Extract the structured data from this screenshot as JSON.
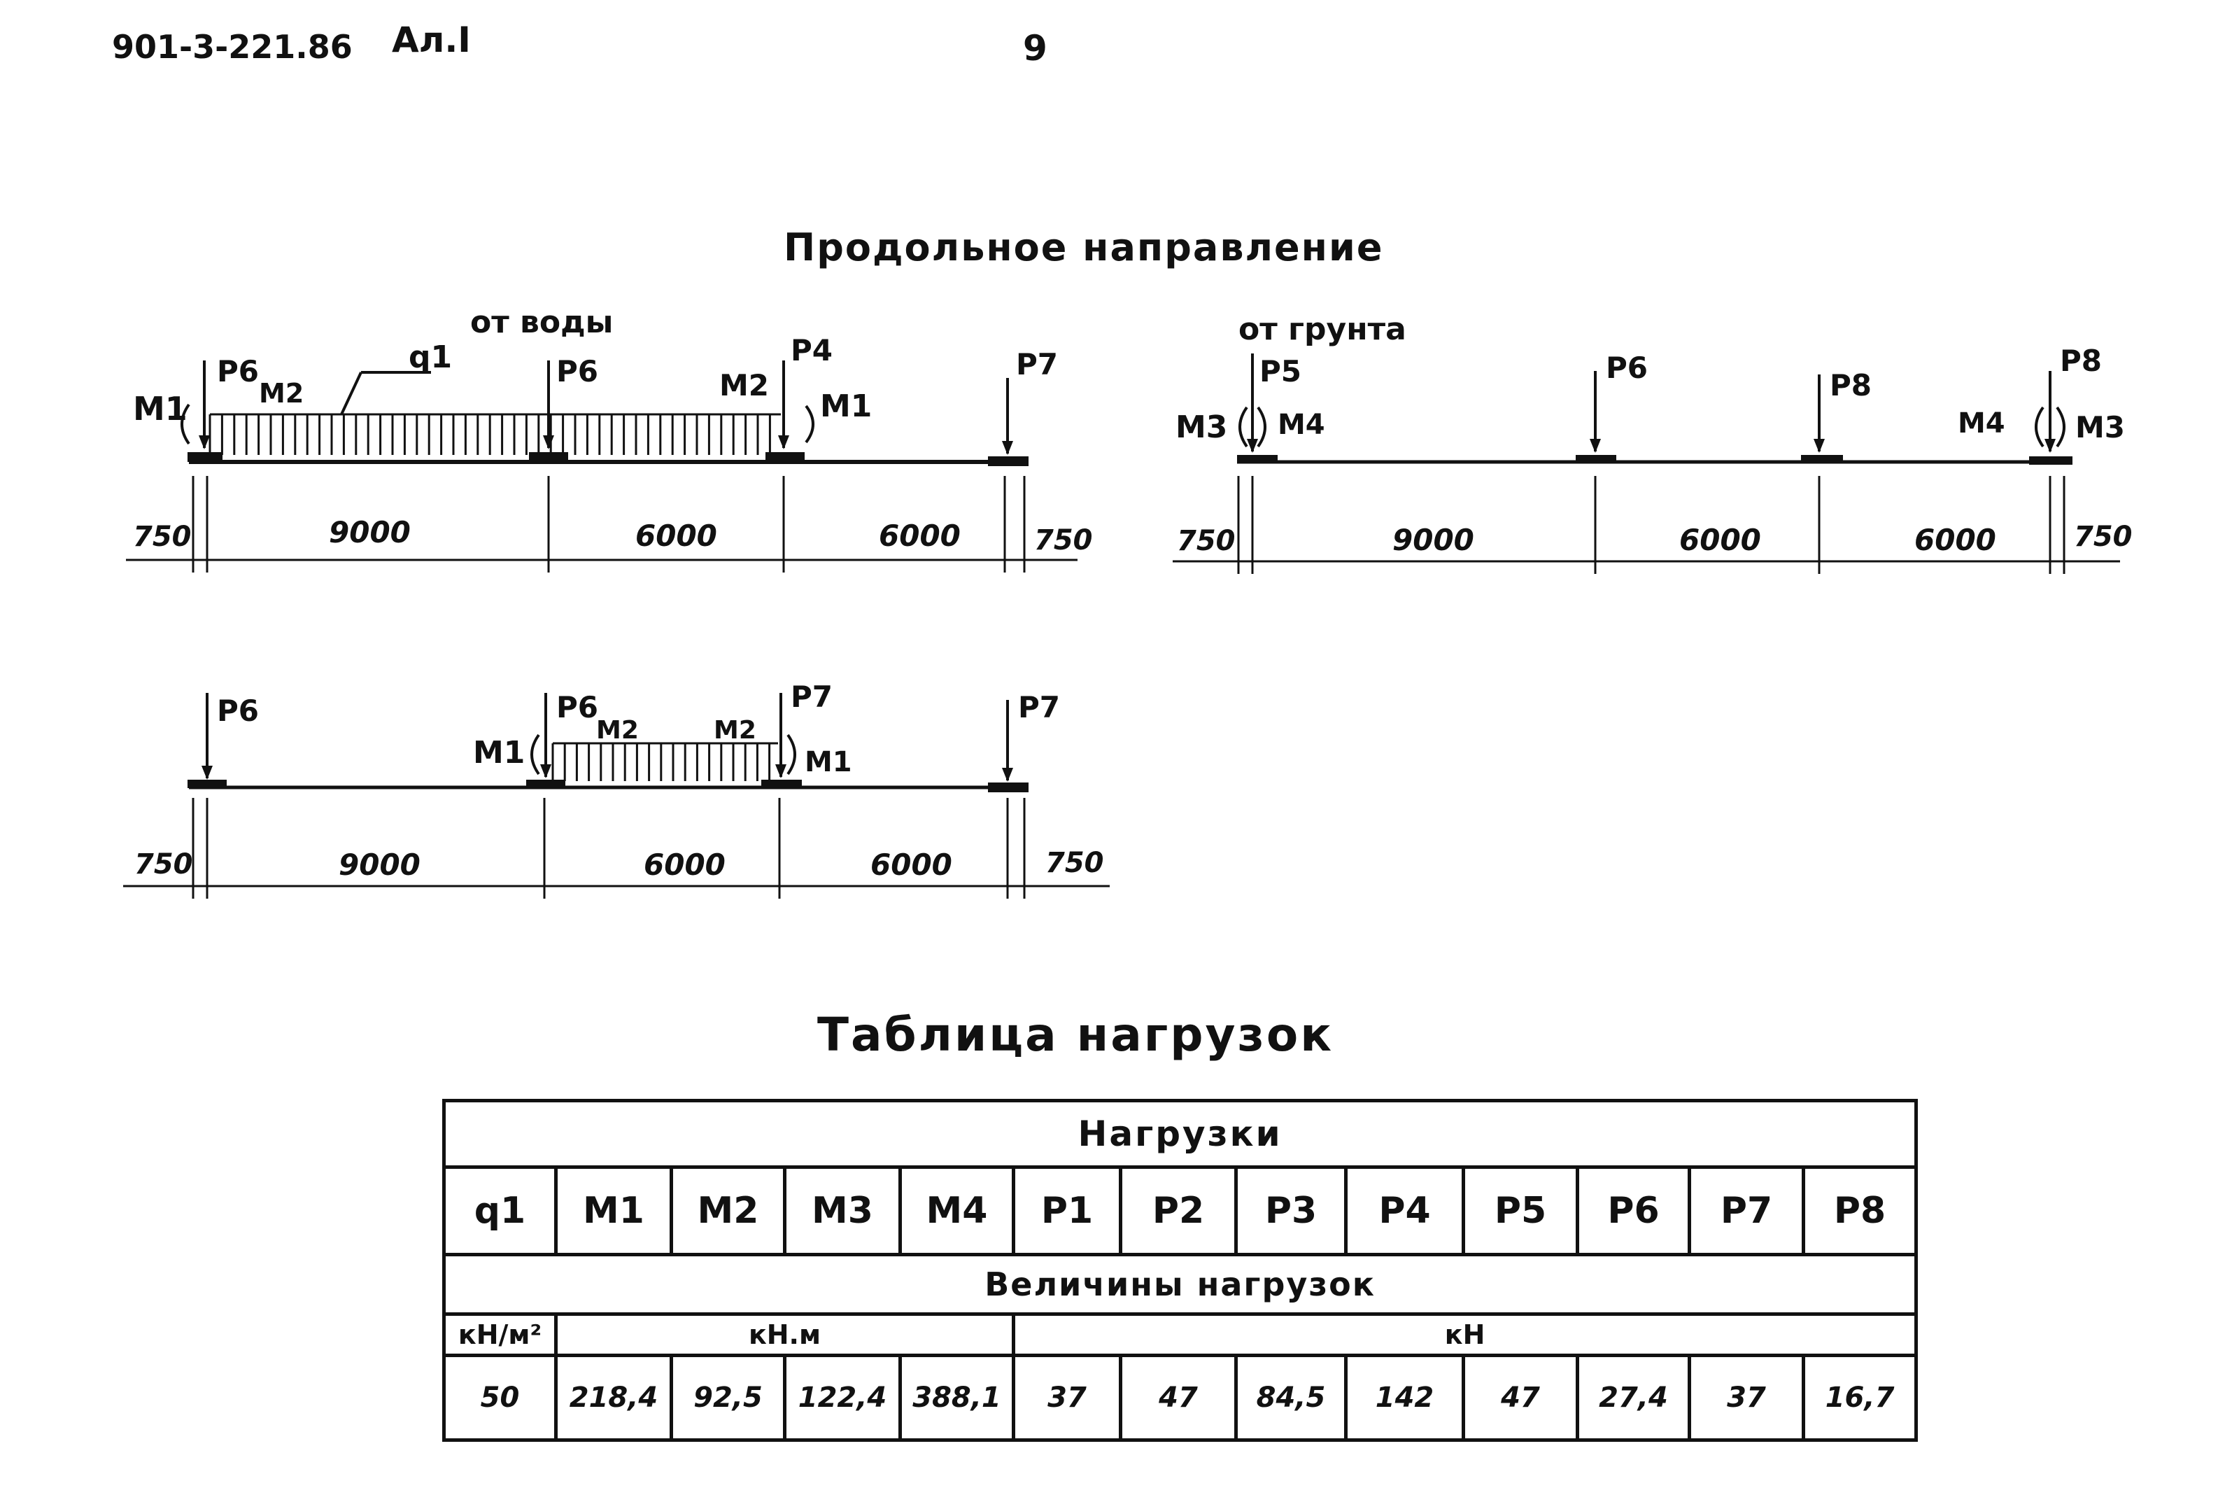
{
  "header": {
    "sheet_code": "901-3-221.86",
    "sheet_no": "Ал.I",
    "page_no": "9"
  },
  "section_title": "Продольное направление",
  "diagram_water": {
    "caption": "от воды",
    "labels": {
      "m1_left": "M1",
      "p6": "P6",
      "m2_left": "M2",
      "q1": "q1",
      "p6_mid": "P6",
      "m2_right": "M2",
      "p4": "P4",
      "m1_right": "M1",
      "p7": "P7"
    },
    "dims": [
      "750",
      "9000",
      "6000",
      "6000",
      "750"
    ]
  },
  "diagram_ground": {
    "caption": "от грунта",
    "labels": {
      "m3_left": "M3",
      "p5": "P5",
      "m4_left": "M4",
      "p6": "P6",
      "p8_mid": "P8",
      "p8": "P8",
      "m4_right": "M4",
      "m3_right": "M3"
    },
    "dims": [
      "750",
      "9000",
      "6000",
      "6000",
      "750"
    ]
  },
  "diagram_third": {
    "labels": {
      "p6_left": "P6",
      "m1_left": "M1",
      "p6": "P6",
      "m2_left": "M2",
      "m2_right": "M2",
      "p7_mid": "P7",
      "m1_right": "M1",
      "p7": "P7"
    },
    "dims": [
      "750",
      "9000",
      "6000",
      "6000",
      "750"
    ]
  },
  "table": {
    "title": "Таблица нагрузок",
    "header_loads": "Нагрузки",
    "load_names": [
      "q1",
      "M1",
      "M2",
      "M3",
      "M4",
      "P1",
      "P2",
      "P3",
      "P4",
      "P5",
      "P6",
      "P7",
      "P8"
    ],
    "header_values": "Величины нагрузок",
    "units": [
      "кН/м²",
      "кН.м",
      "кН"
    ],
    "values": [
      "50",
      "218,4",
      "92,5",
      "122,4",
      "388,1",
      "37",
      "47",
      "84,5",
      "142",
      "47",
      "27,4",
      "37",
      "16,7"
    ]
  }
}
